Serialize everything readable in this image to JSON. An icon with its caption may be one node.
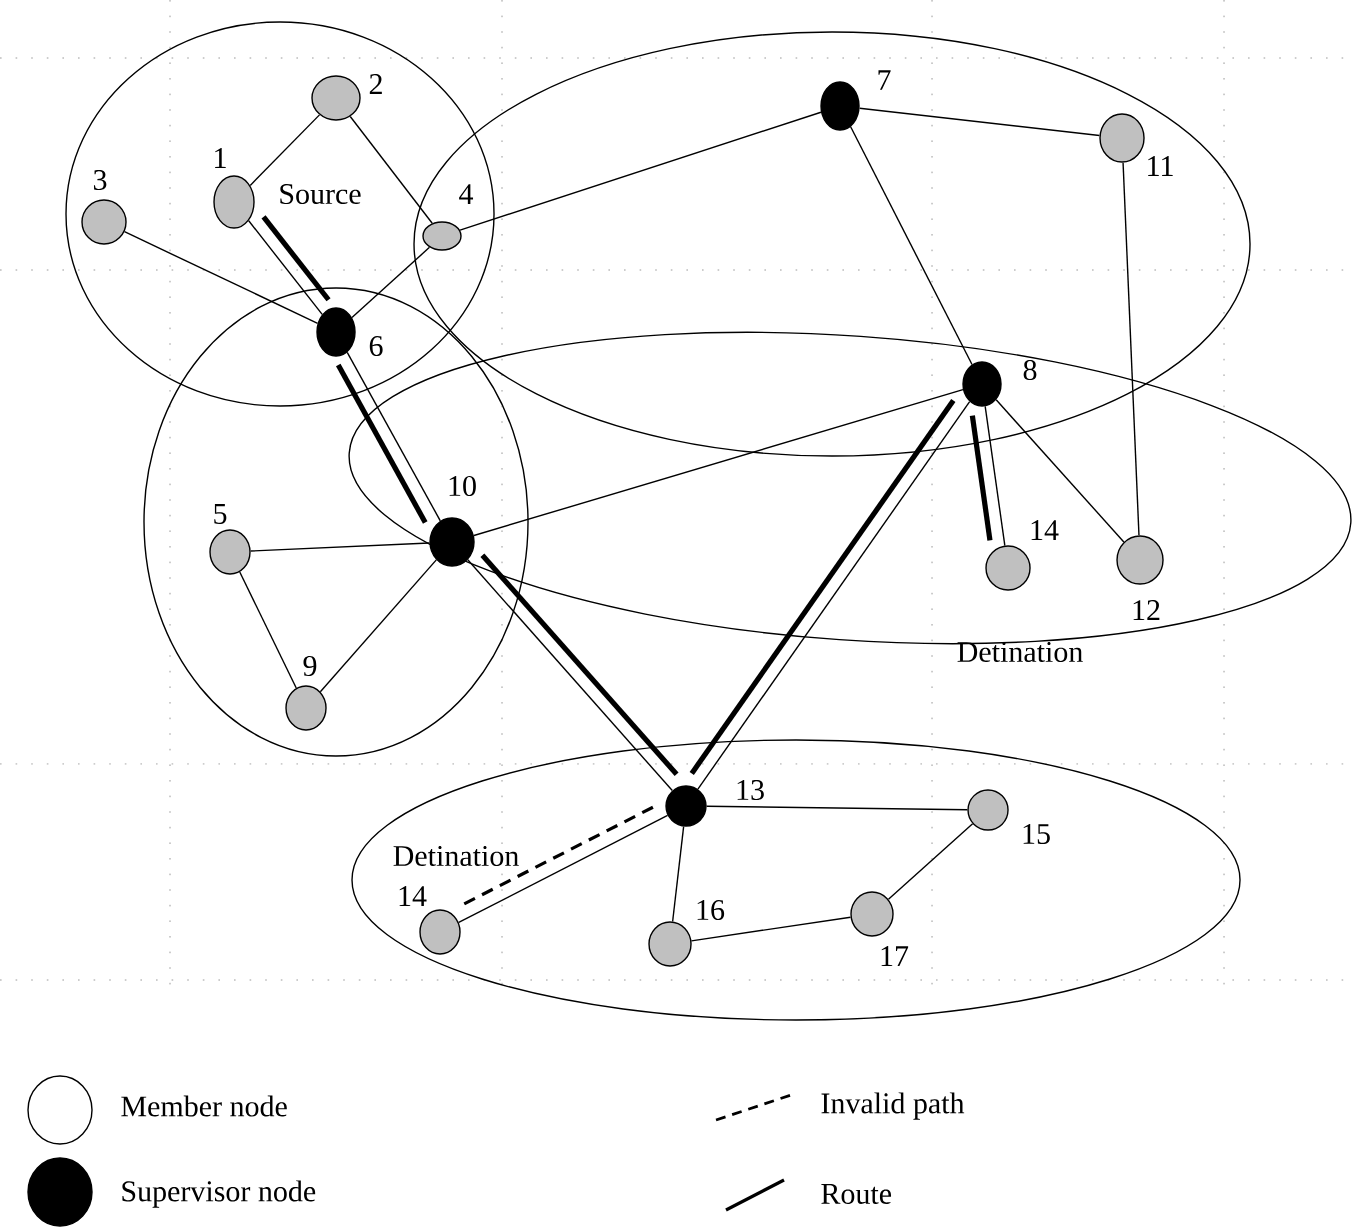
{
  "diagram": {
    "nodes": [
      {
        "text": [],
        "shape": "circle",
        "beside": [
          "1",
          "Source"
        ]
      },
      {
        "text": [],
        "shape": "circle",
        "beside": [
          "2"
        ]
      },
      {
        "text": [],
        "shape": "circle",
        "beside": [
          "3"
        ]
      },
      {
        "text": [],
        "shape": "circle",
        "beside": [
          "4"
        ]
      },
      {
        "text": [],
        "shape": "circle",
        "beside": [
          "5"
        ]
      },
      {
        "text": [],
        "shape": "circle",
        "beside": [
          "6"
        ]
      },
      {
        "text": [],
        "shape": "circle",
        "beside": [
          "7"
        ]
      },
      {
        "text": [],
        "shape": "circle",
        "beside": [
          "8"
        ]
      },
      {
        "text": [],
        "shape": "circle",
        "beside": [
          "9"
        ]
      },
      {
        "text": [],
        "shape": "circle",
        "beside": [
          "10"
        ]
      },
      {
        "text": [],
        "shape": "circle",
        "beside": [
          "11"
        ]
      },
      {
        "text": [],
        "shape": "circle",
        "beside": [
          "12"
        ]
      },
      {
        "text": [],
        "shape": "circle",
        "beside": [
          "13"
        ]
      },
      {
        "text": [],
        "shape": "circle",
        "beside": [
          "14",
          "Detination"
        ]
      },
      {
        "text": [],
        "shape": "circle",
        "beside": [
          "14",
          "Detination"
        ]
      },
      {
        "text": [],
        "shape": "circle",
        "beside": [
          "15"
        ]
      },
      {
        "text": [],
        "shape": "circle",
        "beside": [
          "16"
        ]
      },
      {
        "text": [],
        "shape": "circle",
        "beside": [
          "17"
        ]
      }
    ],
    "edges": [
      {
        "from": 0,
        "to": 1,
        "arrow": "none"
      },
      {
        "from": 1,
        "to": 3,
        "arrow": "none"
      },
      {
        "from": 2,
        "to": 5,
        "arrow": "none"
      },
      {
        "from": 3,
        "to": 5,
        "arrow": "none"
      },
      {
        "from": 3,
        "to": 6,
        "arrow": "none"
      },
      {
        "from": 6,
        "to": 10,
        "arrow": "none"
      },
      {
        "from": 6,
        "to": 7,
        "arrow": "none"
      },
      {
        "from": 10,
        "to": 11,
        "arrow": "none"
      },
      {
        "from": 7,
        "to": 11,
        "arrow": "none"
      },
      {
        "from": 7,
        "to": 9,
        "arrow": "none"
      },
      {
        "from": 4,
        "to": 9,
        "arrow": "none"
      },
      {
        "from": 4,
        "to": 8,
        "arrow": "none"
      },
      {
        "from": 8,
        "to": 9,
        "arrow": "none"
      },
      {
        "from": 0,
        "to": 5,
        "arrow": "none"
      },
      {
        "from": 5,
        "to": 9,
        "arrow": "none"
      },
      {
        "from": 9,
        "to": 12,
        "arrow": "none"
      },
      {
        "from": 12,
        "to": 7,
        "arrow": "none"
      },
      {
        "from": 7,
        "to": 13,
        "arrow": "none"
      },
      {
        "from": 12,
        "to": 14,
        "arrow": "none"
      },
      {
        "from": 12,
        "to": 15,
        "arrow": "none"
      },
      {
        "from": 12,
        "to": 16,
        "arrow": "none"
      },
      {
        "from": 16,
        "to": 17,
        "arrow": "none"
      },
      {
        "from": 17,
        "to": 15,
        "arrow": "none"
      },
      {
        "from": 0,
        "to": 5,
        "arrow": "none",
        "style": "thick"
      },
      {
        "from": 5,
        "to": 9,
        "arrow": "none",
        "style": "thick"
      },
      {
        "from": 9,
        "to": 12,
        "arrow": "none",
        "style": "thick"
      },
      {
        "from": 12,
        "to": 7,
        "arrow": "none",
        "style": "thick"
      },
      {
        "from": 7,
        "to": 13,
        "arrow": "none",
        "style": "thick"
      },
      {
        "from": 12,
        "to": 14,
        "arrow": "none",
        "style": "dashed"
      }
    ],
    "legend": [
      {
        "text": "Member node"
      },
      {
        "text": "Supervisor node"
      },
      {
        "text": "Invalid path"
      },
      {
        "text": "Route"
      }
    ]
  }
}
